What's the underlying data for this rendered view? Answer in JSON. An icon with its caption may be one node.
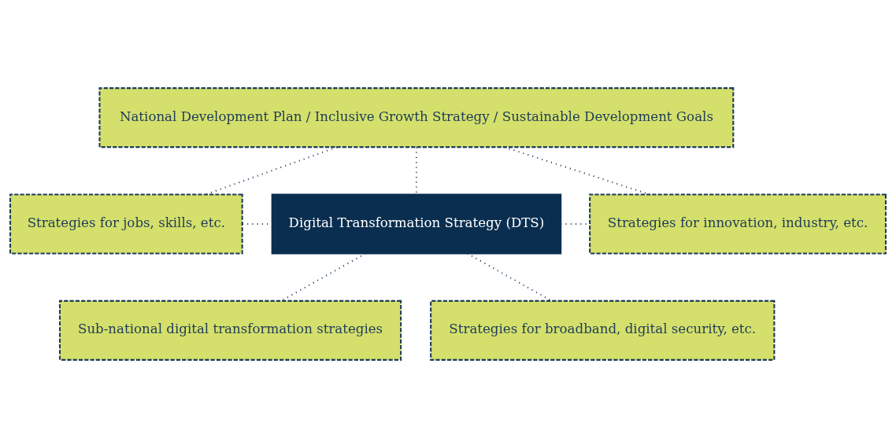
{
  "diagram": {
    "nodes": [
      {
        "text": [
          "National Development Plan / Inclusive Growth Strategy / Sustainable Development Goals"
        ]
      },
      {
        "text": [
          "Strategies for jobs, skills, etc."
        ]
      },
      {
        "text": [
          "Digital Transformation Strategy (DTS)"
        ]
      },
      {
        "text": [
          "Strategies for innovation, industry, etc."
        ]
      },
      {
        "text": [
          "Sub-national digital transformation strategies"
        ]
      },
      {
        "text": [
          "Strategies for broadband, digital security, etc."
        ]
      }
    ],
    "edges": [
      {
        "from": 0,
        "to": 1,
        "arrow": "none",
        "style": "dashed"
      },
      {
        "from": 0,
        "to": 2,
        "arrow": "none",
        "style": "dashed"
      },
      {
        "from": 0,
        "to": 3,
        "arrow": "none",
        "style": "dashed"
      },
      {
        "from": 1,
        "to": 2,
        "arrow": "none",
        "style": "dashed"
      },
      {
        "from": 2,
        "to": 3,
        "arrow": "none",
        "style": "dashed"
      },
      {
        "from": 2,
        "to": 4,
        "arrow": "none",
        "style": "dashed"
      },
      {
        "from": 2,
        "to": 5,
        "arrow": "none",
        "style": "dashed"
      }
    ]
  }
}
